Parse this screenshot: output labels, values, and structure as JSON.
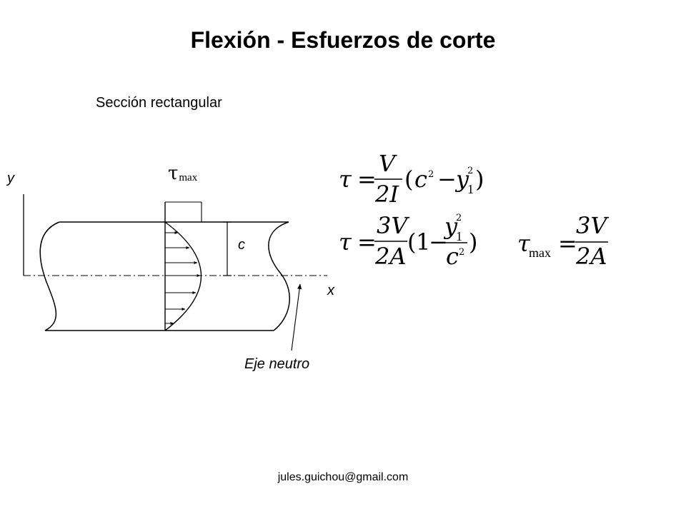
{
  "page": {
    "title": "Flexión - Esfuerzos de corte",
    "subtitle": "Sección rectangular",
    "footer": "jules.guichou@gmail.com"
  },
  "diagram": {
    "axis_y_label": "y",
    "axis_x_label": "x",
    "c_label": "c",
    "tau_symbol": "τ",
    "tau_max_subscript": "max",
    "neutral_axis_label": "Eje neutro"
  },
  "formulas": {
    "f1": {
      "lhs": "τ",
      "eq": "=",
      "num": "V",
      "den": "2I",
      "paren_open": "(",
      "c": "c",
      "c_exp": "2",
      "minus": "−",
      "y": "y",
      "y_sub": "1",
      "y_exp": "2",
      "paren_close": ")"
    },
    "f2": {
      "lhs": "τ",
      "eq": "=",
      "num": "3V",
      "den": "2A",
      "paren_open": "(",
      "one": "1",
      "minus": "−",
      "inner_num_y": "y",
      "inner_num_sub": "1",
      "inner_num_exp": "2",
      "inner_den_c": "c",
      "inner_den_exp": "2",
      "paren_close": ")"
    },
    "f3": {
      "lhs": "τ",
      "lhs_sub": "max",
      "eq": "=",
      "num": "3V",
      "den": "2A"
    }
  }
}
